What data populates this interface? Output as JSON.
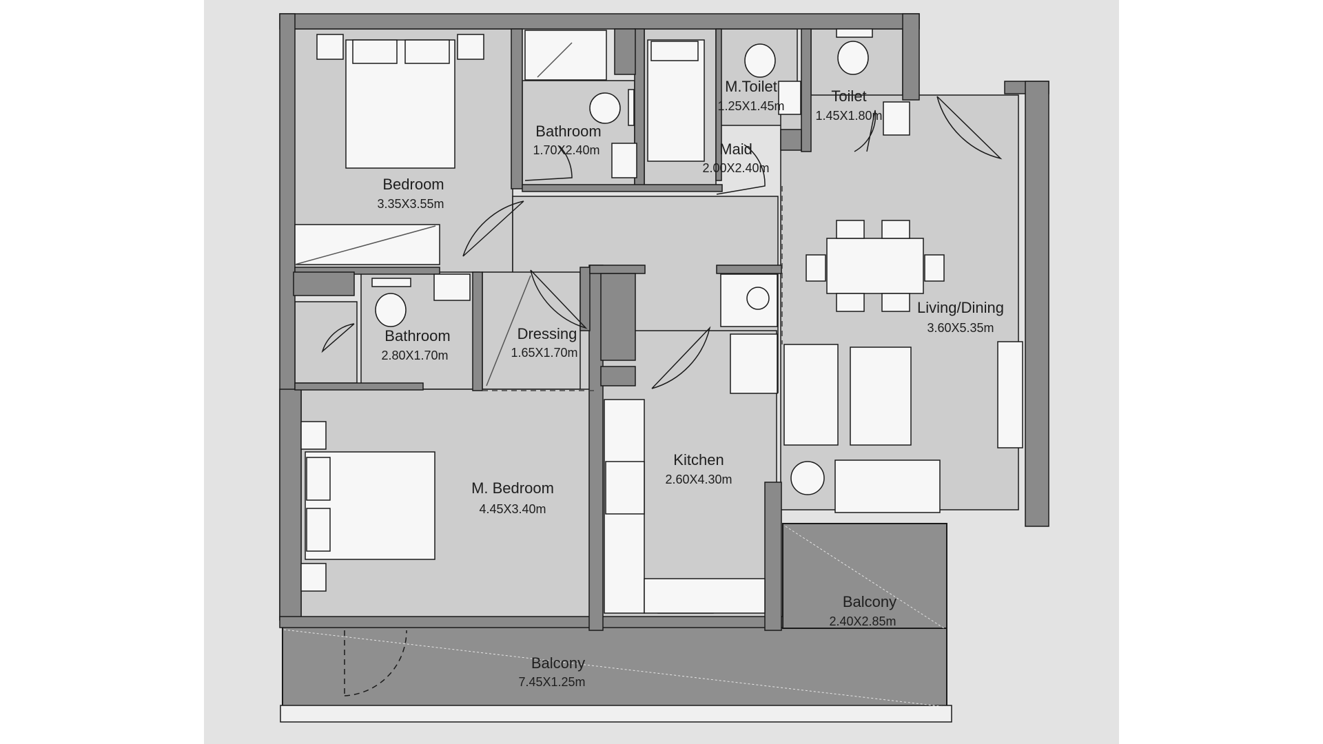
{
  "rooms": {
    "bedroom": {
      "name": "Bedroom",
      "size": "3.35X3.55m"
    },
    "bathroom_top": {
      "name": "Bathroom",
      "size": "1.70X2.40m"
    },
    "maid": {
      "name": "Maid",
      "size": "2.00X2.40m"
    },
    "m_toilet": {
      "name": "M.Toilet",
      "size": "1.25X1.45m"
    },
    "toilet": {
      "name": "Toilet",
      "size": "1.45X1.80m"
    },
    "bathroom_mid": {
      "name": "Bathroom",
      "size": "2.80X1.70m"
    },
    "dressing": {
      "name": "Dressing",
      "size": "1.65X1.70m"
    },
    "living_dining": {
      "name": "Living/Dining",
      "size": "3.60X5.35m"
    },
    "kitchen": {
      "name": "Kitchen",
      "size": "2.60X4.30m"
    },
    "m_bedroom": {
      "name": "M. Bedroom",
      "size": "4.45X3.40m"
    },
    "balcony_right": {
      "name": "Balcony",
      "size": "2.40X2.85m"
    },
    "balcony_bottom": {
      "name": "Balcony",
      "size": "7.45X1.25m"
    }
  },
  "colors": {
    "page_side": "#e3e3e3",
    "floor": "#cdcdcd",
    "wall": "#8a8a8a",
    "wall_outline": "#1a1a1a",
    "balcony": "#8f8f8f",
    "fixture": "#f7f7f7"
  }
}
